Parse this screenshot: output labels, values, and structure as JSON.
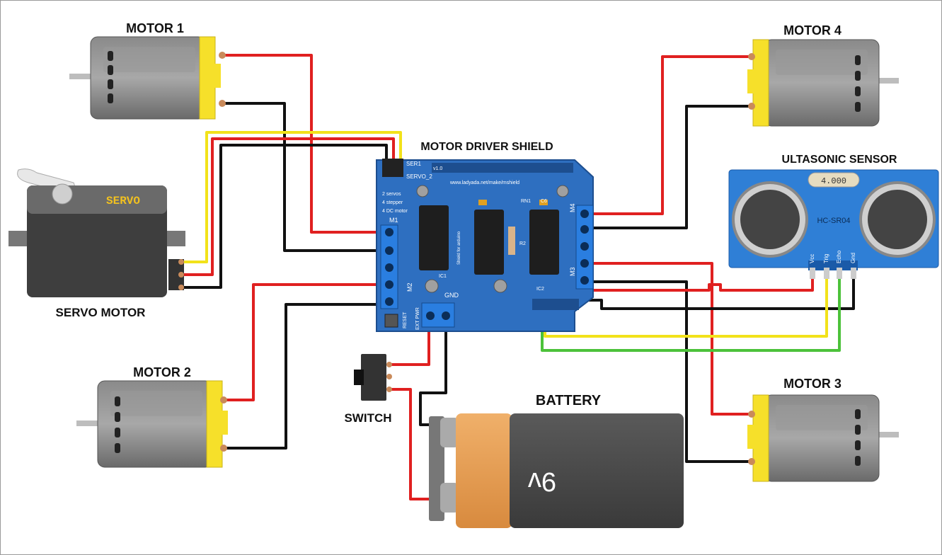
{
  "labels": {
    "motor1": "MOTOR 1",
    "motor2": "MOTOR 2",
    "motor3": "MOTOR 3",
    "motor4": "MOTOR 4",
    "servo_motor": "SERVO MOTOR",
    "servo_body": "SERVO",
    "shield": "MOTOR DRIVER SHIELD",
    "ultrasonic": "ULTASONIC SENSOR",
    "sensor_model": "HC-SR04",
    "sensor_display": "4.000",
    "switch": "SWITCH",
    "battery": "BATTERY",
    "battery_voltage": "9v"
  },
  "sensor_pins": [
    "Vcc",
    "Trig",
    "Echo",
    "Gnd"
  ],
  "shield_text": {
    "ser1": "SER1",
    "servo2": "SERVO_2",
    "url": "www.ladyada.net/make/mshield",
    "m1": "M1",
    "m2": "M2",
    "m3": "M3",
    "m4": "M4",
    "gnd": "GND",
    "ext_pwr": "EXT PWR",
    "reset": "RESET",
    "ic2": "IC2",
    "ic1": "IC1",
    "r2": "R2",
    "c6": "C6",
    "rn1": "RN1",
    "v10": "v1.0",
    "arduino": "Shield for arduino",
    "legend": [
      "2 servos",
      "4 stepper",
      "4 DC motor"
    ]
  },
  "colors": {
    "red_wire": "#e02020",
    "black_wire": "#111111",
    "yellow_wire": "#f2e21a",
    "green_wire": "#4cc23a",
    "shield_blue": "#2e6fc0",
    "sensor_blue": "#2f7fd6",
    "motor_gray": "#6e6e6e",
    "motor_cap_yellow": "#f6e02a",
    "battery_orange": "#e39a4e",
    "battery_dark": "#4a4a4a"
  }
}
